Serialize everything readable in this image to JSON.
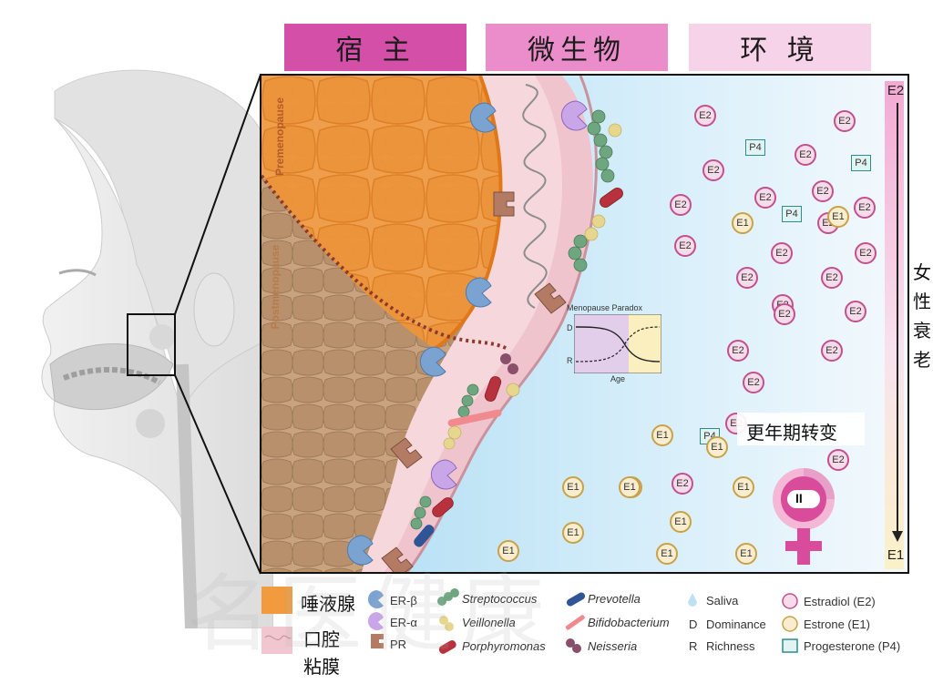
{
  "header_tabs": [
    {
      "label": "宿 主",
      "color": "#d44fa8"
    },
    {
      "label": "微生物",
      "color": "#ec8dcb"
    },
    {
      "label": "环 境",
      "color": "#f7d3ea"
    }
  ],
  "panel": {
    "premenopause_label": "Premenopause",
    "postmenopause_label": "Postmenopause",
    "e2_top": "E2",
    "e1_bottom": "E1",
    "transition_label": "更年期转变",
    "female_symbol_mark": "II",
    "paradox": {
      "title": "Menopause Paradox",
      "d_label": "D",
      "r_label": "R",
      "x_label": "Age"
    }
  },
  "side_label": "女性衰老",
  "hormone_markers": [
    {
      "label": "E2",
      "type": "e2"
    },
    {
      "label": "E2",
      "type": "e2"
    },
    {
      "label": "E2",
      "type": "e2"
    },
    {
      "label": "E2",
      "type": "e2"
    },
    {
      "label": "E2",
      "type": "e2"
    },
    {
      "label": "E2",
      "type": "e2"
    },
    {
      "label": "E2",
      "type": "e2"
    },
    {
      "label": "E2",
      "type": "e2"
    },
    {
      "label": "E2",
      "type": "e2"
    },
    {
      "label": "E2",
      "type": "e2"
    },
    {
      "label": "E2",
      "type": "e2"
    },
    {
      "label": "E2",
      "type": "e2"
    },
    {
      "label": "E2",
      "type": "e2"
    },
    {
      "label": "E2",
      "type": "e2"
    },
    {
      "label": "E2",
      "type": "e2"
    },
    {
      "label": "E2",
      "type": "e2"
    },
    {
      "label": "E2",
      "type": "e2"
    },
    {
      "label": "E2",
      "type": "e2"
    },
    {
      "label": "E2",
      "type": "e2"
    },
    {
      "label": "E2",
      "type": "e2"
    },
    {
      "label": "E2",
      "type": "e2"
    },
    {
      "label": "E2",
      "type": "e2"
    },
    {
      "label": "E2",
      "type": "e2"
    },
    {
      "label": "P4",
      "type": "p4"
    },
    {
      "label": "P4",
      "type": "p4"
    },
    {
      "label": "P4",
      "type": "p4"
    },
    {
      "label": "P4",
      "type": "p4"
    },
    {
      "label": "E1",
      "type": "e1"
    },
    {
      "label": "E1",
      "type": "e1"
    },
    {
      "label": "E1",
      "type": "e1"
    },
    {
      "label": "E1",
      "type": "e1"
    },
    {
      "label": "E1",
      "type": "e1"
    },
    {
      "label": "E1",
      "type": "e1"
    },
    {
      "label": "E1",
      "type": "e1"
    },
    {
      "label": "E1",
      "type": "e1"
    },
    {
      "label": "E1",
      "type": "e1"
    },
    {
      "label": "E1",
      "type": "e1"
    },
    {
      "label": "E1",
      "type": "e1"
    },
    {
      "label": "E1",
      "type": "e1"
    },
    {
      "label": "E1",
      "type": "e1"
    }
  ],
  "legend": {
    "salivary_gland": "唾液腺",
    "oral_mucosa_1": "口腔",
    "oral_mucosa_2": "粘膜",
    "er_beta": "ER-β",
    "er_alpha": "ER-α",
    "pr": "PR",
    "streptococcus": "Streptococcus",
    "veillonella": "Veillonella",
    "porphyromonas": "Porphyromonas",
    "prevotella": "Prevotella",
    "bifidobacterium": "Bifidobacterium",
    "neisseria": "Neisseria",
    "saliva": "Saliva",
    "dominance_key": "D",
    "dominance": "Dominance",
    "richness_key": "R",
    "richness": "Richness",
    "estradiol": "Estradiol (E2)",
    "estrone": "Estrone (E1)",
    "progesterone": "Progesterone (P4)"
  },
  "watermark": "名医健康",
  "colors": {
    "host_tab": "#d44fa8",
    "microbe_tab": "#ec8dcb",
    "env_tab": "#f7d3ea",
    "gland_orange": "#f19a3e",
    "mucosa_pink": "#f2c6cf",
    "environment_blue": "#b9e0f3",
    "e2_ring": "#c2508f",
    "e1_ring": "#c9a14a",
    "p4_box": "#2d8c8c",
    "female_symbol": "#d94c9b"
  }
}
